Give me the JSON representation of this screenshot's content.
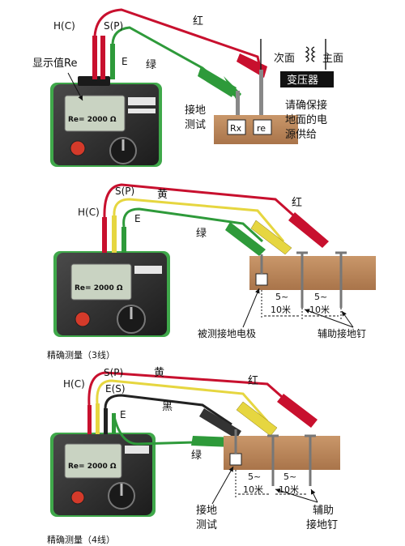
{
  "section1": {
    "terminal_hc": "H(C)",
    "terminal_sp": "S(P)",
    "terminal_e": "E",
    "color_red": "红",
    "color_green": "绿",
    "display_value": "显示值Re",
    "ground_test": "接地\n测试",
    "rx_box": "Rx",
    "re_box": "re",
    "secondary": "次面",
    "primary": "主面",
    "transformer": "变压器",
    "note": "请确保接\n地面的电\n源供给",
    "meter_reading": "Re= 2000 Ω"
  },
  "section2": {
    "terminal_hc": "H(C)",
    "terminal_sp": "S(P)",
    "terminal_e": "E",
    "color_yellow": "黄",
    "color_red": "红",
    "color_green": "绿",
    "dist1": "5~\n10米",
    "dist2": "5~\n10米",
    "electrode_label": "被测接地电极",
    "aux_label": "辅助接地钉",
    "caption": "精确测量（3线）",
    "meter_reading": "Re= 2000 Ω"
  },
  "section3": {
    "terminal_hc": "H(C)",
    "terminal_sp": "S(P)",
    "terminal_es": "E(S)",
    "terminal_e": "E",
    "color_yellow": "黄",
    "color_red": "红",
    "color_black": "黑",
    "color_green": "绿",
    "dist1": "5~\n10米",
    "dist2": "5~\n10米",
    "ground_test": "接地\n测试",
    "aux_label": "辅助\n接地钉",
    "caption": "精确测量（4线）",
    "meter_reading": "Re= 2000 Ω"
  },
  "colors": {
    "red_wire": "#c8102e",
    "green_wire": "#2e9a3a",
    "yellow_wire": "#e6d640",
    "black_wire": "#222222",
    "meter_body": "#2b2b2b",
    "meter_green": "#3fa84a",
    "ground": "#b9865a"
  }
}
